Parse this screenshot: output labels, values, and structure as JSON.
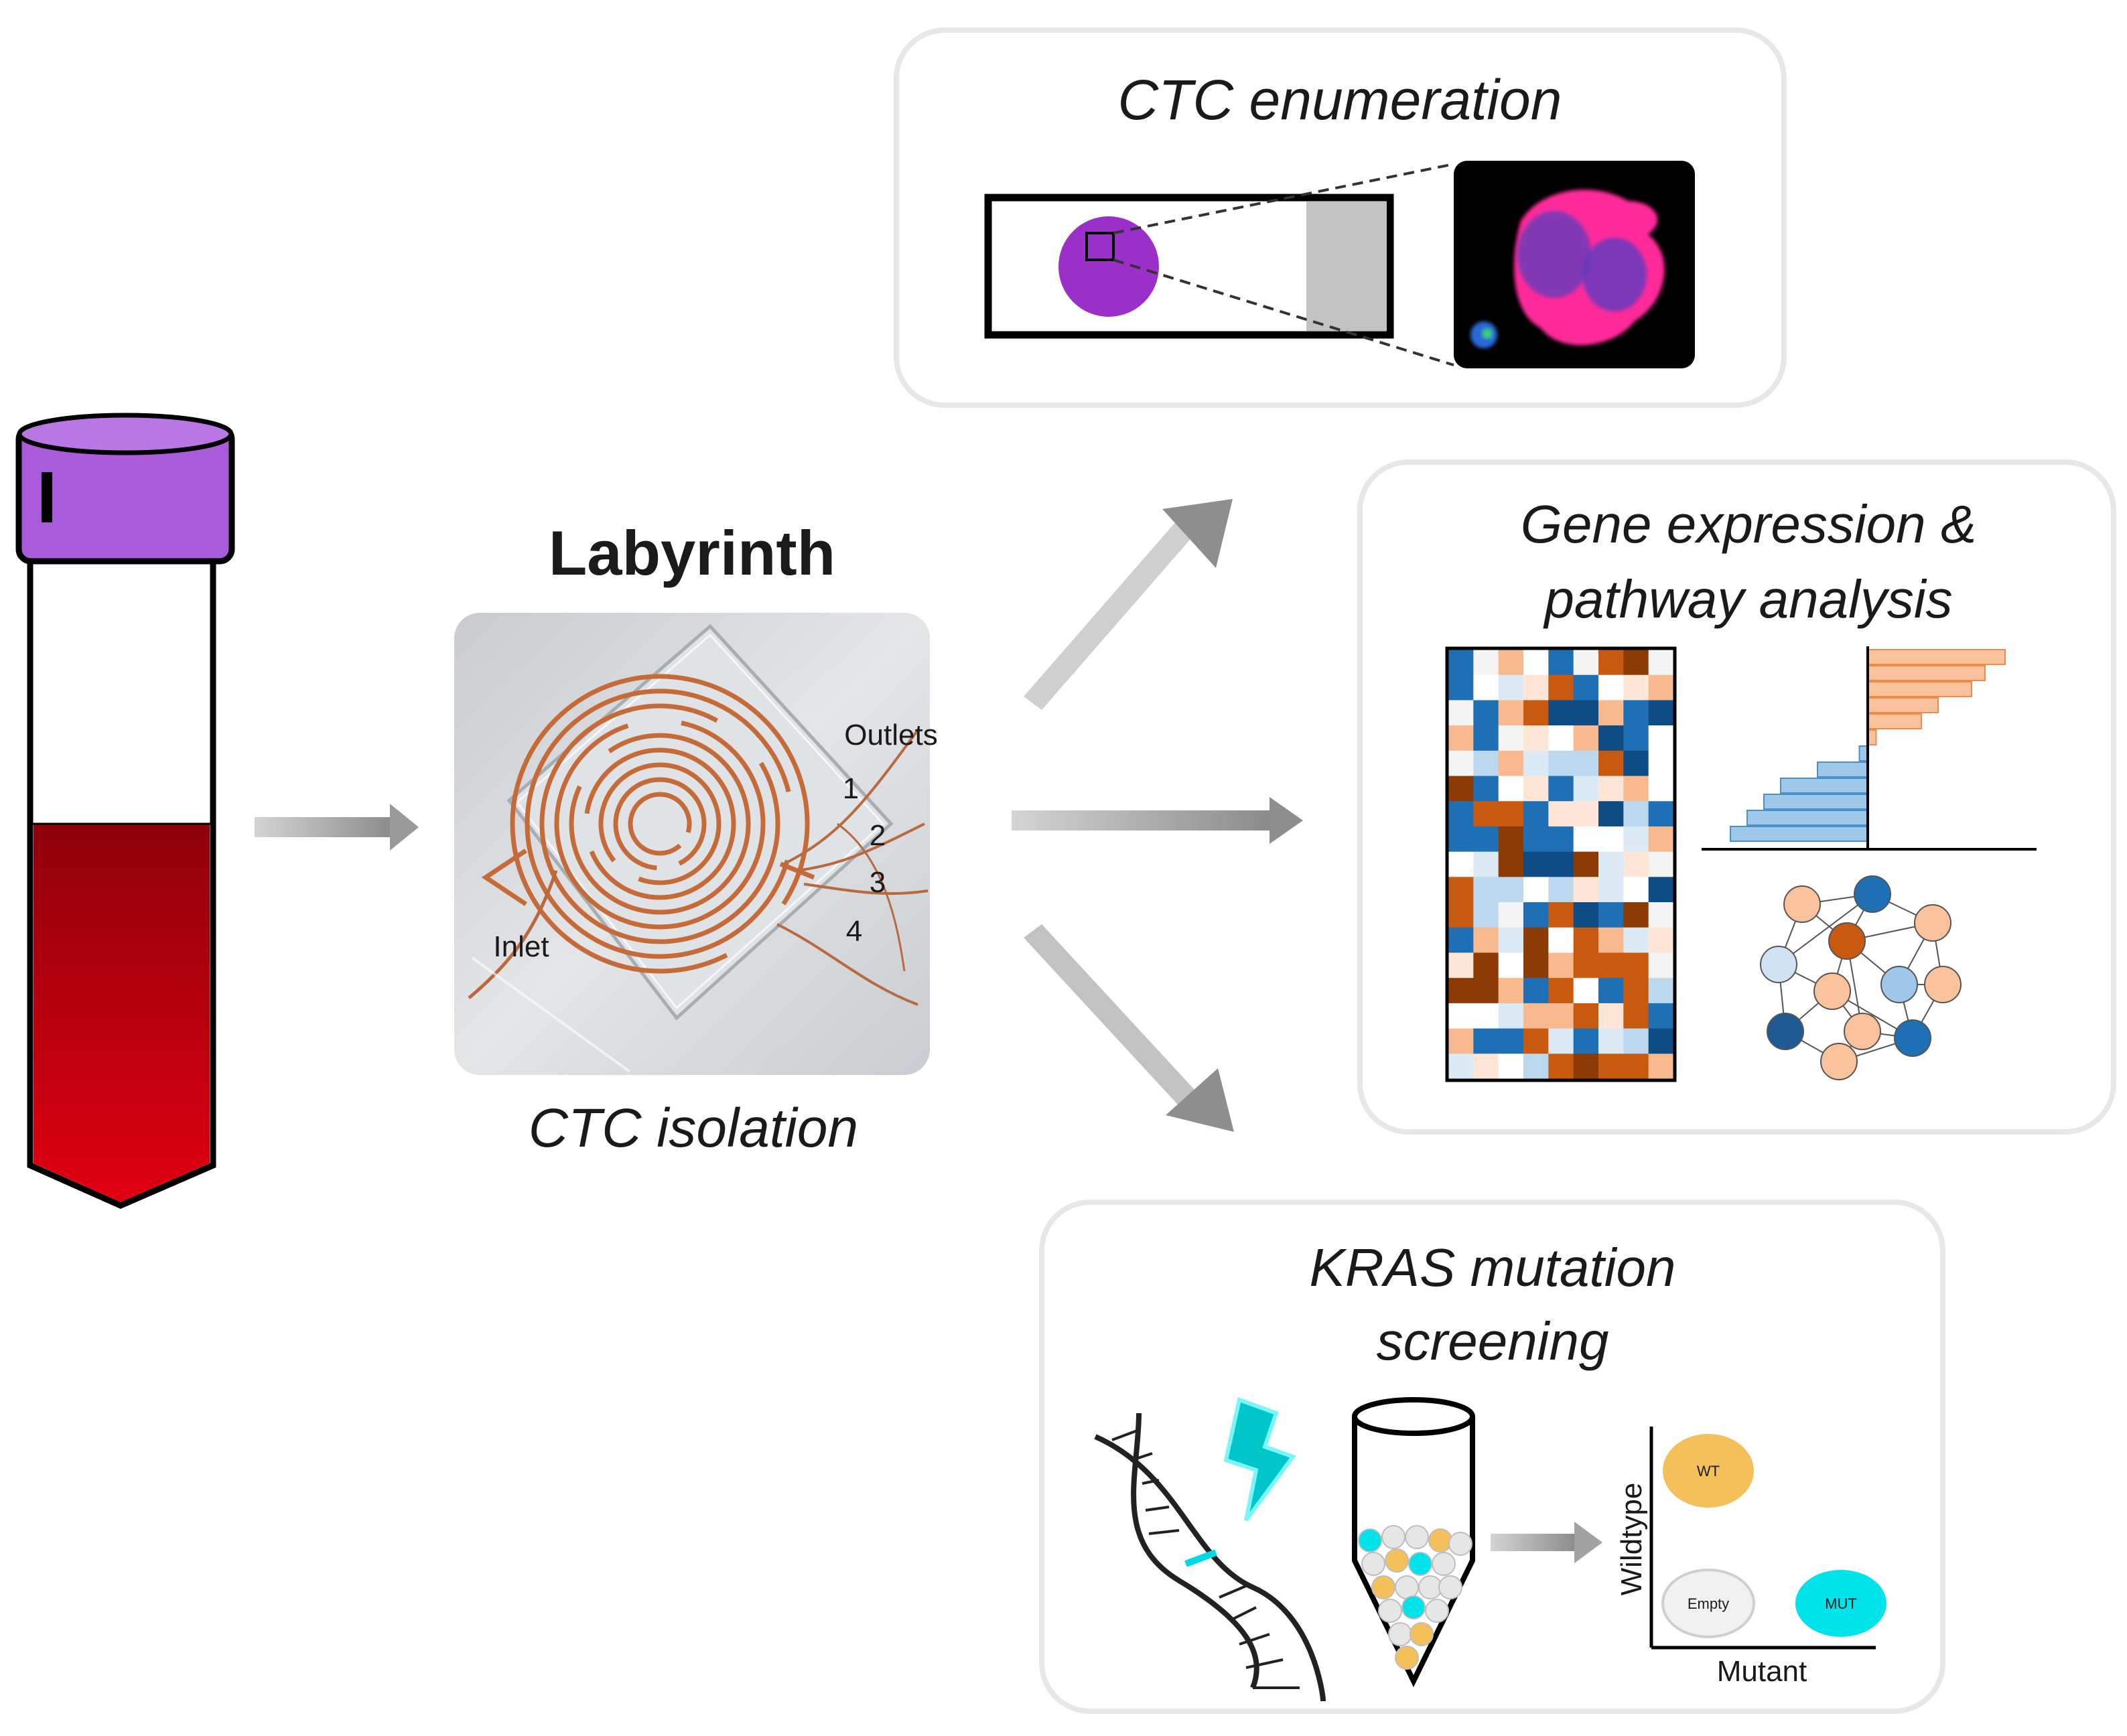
{
  "device": {
    "title": "Labyrinth",
    "caption": "CTC isolation",
    "labels": {
      "outlets": "Outlets",
      "outlet_1": "1",
      "outlet_2": "2",
      "outlet_3": "3",
      "outlet_4": "4",
      "inlet": "Inlet"
    }
  },
  "panels": {
    "enumeration": {
      "title": "CTC enumeration"
    },
    "gene_expression": {
      "title_line1": "Gene expression &",
      "title_line2": "pathway analysis",
      "bar_values": [
        0.82,
        0.7,
        0.62,
        0.42,
        0.32,
        0.05,
        -0.05,
        -0.3,
        -0.52,
        -0.62,
        -0.72,
        -0.82
      ]
    },
    "kras": {
      "title_line1": "KRAS mutation",
      "title_line2": "screening",
      "plot": {
        "xlabel": "Mutant",
        "ylabel": "Wildtype",
        "clusters": {
          "wt": "WT",
          "empty": "Empty",
          "mut": "MUT"
        }
      }
    }
  },
  "colors": {
    "tube_cap": "#a95bd9",
    "blood": "#c80010",
    "slide_spot": "#9b30c8",
    "orange": "#c85a10",
    "light_orange": "#f7b98d",
    "blue": "#1f6fb4",
    "light_blue": "#bcd8ef",
    "wt_cluster": "#f4c05a",
    "mut_cluster": "#00e3ea"
  }
}
